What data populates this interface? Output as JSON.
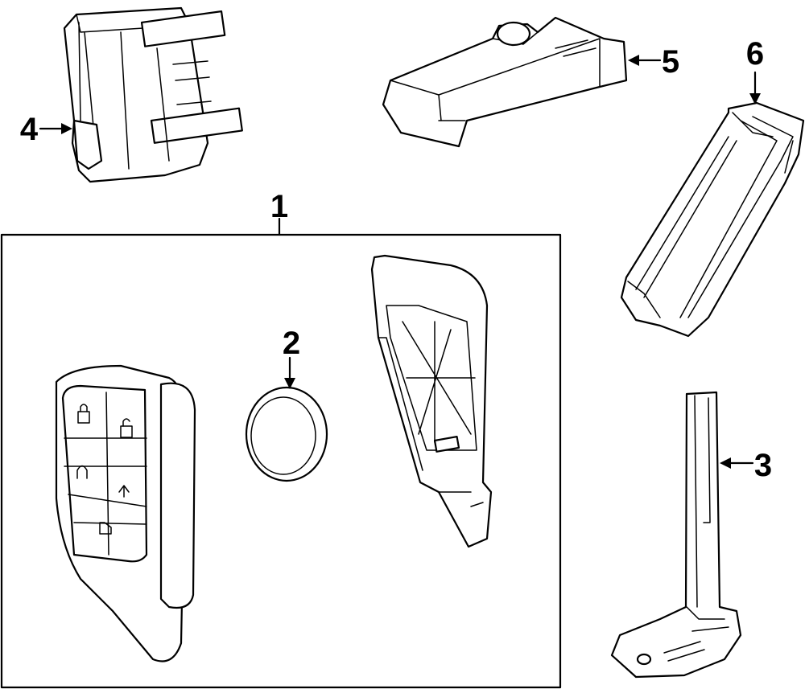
{
  "callouts": {
    "c1": "1",
    "c2": "2",
    "c3": "3",
    "c4": "4",
    "c5": "5",
    "c6": "6"
  },
  "colors": {
    "line": "#000000",
    "background": "#ffffff"
  },
  "icons": [
    "lock-icon",
    "unlock-icon",
    "remote-start-icon",
    "trunk-release-icon",
    "panic-icon"
  ]
}
